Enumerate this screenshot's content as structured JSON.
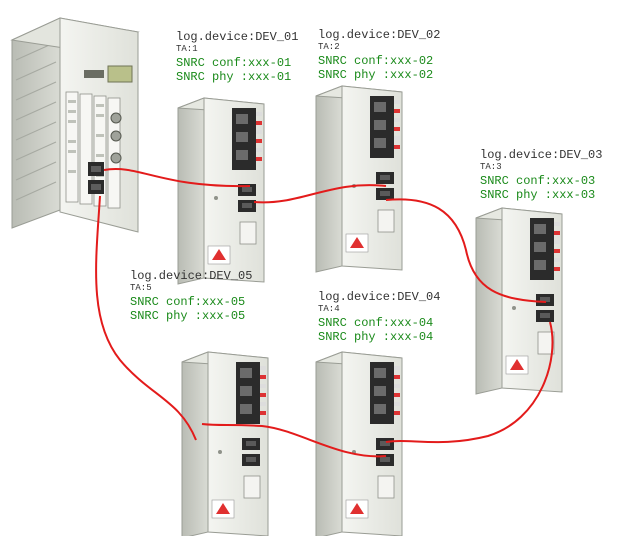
{
  "colors": {
    "cable": "#e31b1b",
    "label_green": "#1a8a1a",
    "label_gray": "#333333",
    "device_body": "#e9ebe6",
    "device_side": "#cfd2cb",
    "device_dark": "#2b2b2b"
  },
  "devices": [
    {
      "id": "dev-01",
      "name": "log.device:DEV_01",
      "ta": "TA:1",
      "snrc_conf": "SNRC conf:xxx-01",
      "snrc_phy": "SNRC phy :xxx-01"
    },
    {
      "id": "dev-02",
      "name": "log.device:DEV_02",
      "ta": "TA:2",
      "snrc_conf": "SNRC conf:xxx-02",
      "snrc_phy": "SNRC phy :xxx-02"
    },
    {
      "id": "dev-03",
      "name": "log.device:DEV_03",
      "ta": "TA:3",
      "snrc_conf": "SNRC conf:xxx-03",
      "snrc_phy": "SNRC phy :xxx-03"
    },
    {
      "id": "dev-04",
      "name": "log.device:DEV_04",
      "ta": "TA:4",
      "snrc_conf": "SNRC conf:xxx-04",
      "snrc_phy": "SNRC phy :xxx-04"
    },
    {
      "id": "dev-05",
      "name": "log.device:DEV_05",
      "ta": "TA:5",
      "snrc_conf": "SNRC conf:xxx-05",
      "snrc_phy": "SNRC phy :xxx-05"
    }
  ]
}
